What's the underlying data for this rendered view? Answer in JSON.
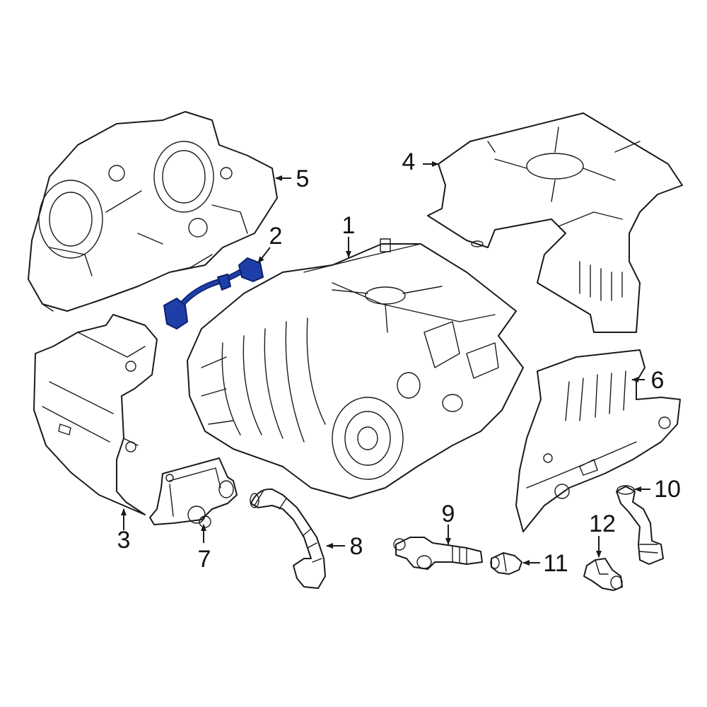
{
  "callouts": {
    "c1": "1",
    "c2": "2",
    "c3": "3",
    "c4": "4",
    "c5": "5",
    "c6": "6",
    "c7": "7",
    "c8": "8",
    "c9": "9",
    "c10": "10",
    "c11": "11",
    "c12": "12"
  },
  "colors": {
    "highlight": "#1f3fa8",
    "line": "#1a1a1a",
    "background": "#ffffff"
  }
}
